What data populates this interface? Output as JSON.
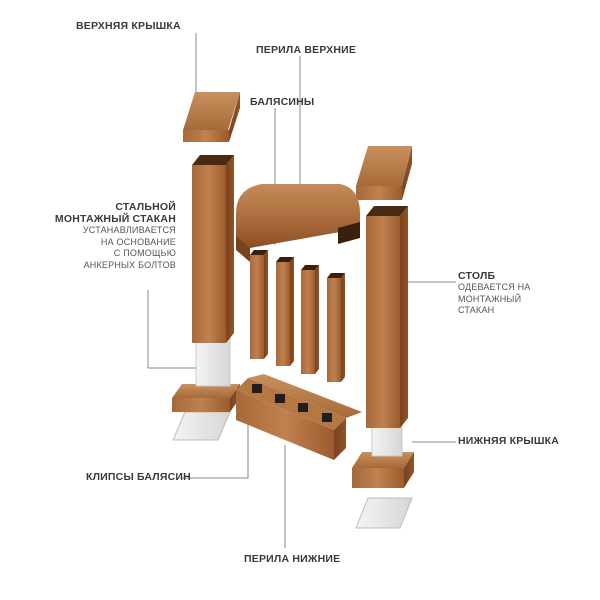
{
  "labels": {
    "top_cap": "ВЕРХНЯЯ КРЫШКА",
    "top_rail": "ПЕРИЛА ВЕРХНИЕ",
    "balusters": "БАЛЯСИНЫ",
    "steel_sleeve_title_1": "СТАЛЬНОЙ",
    "steel_sleeve_title_2": "МОНТАЖНЫЙ СТАКАН",
    "steel_sleeve_desc_1": "УСТАНАВЛИВАЕТСЯ",
    "steel_sleeve_desc_2": "НА ОСНОВАНИЕ",
    "steel_sleeve_desc_3": "С ПОМОЩЬЮ",
    "steel_sleeve_desc_4": "АНКЕРНЫХ БОЛТОВ",
    "post_title": "СТОЛБ",
    "post_desc_1": "ОДЕВАЕТСЯ НА",
    "post_desc_2": "МОНТАЖНЫЙ",
    "post_desc_3": "СТАКАН",
    "bottom_cap": "НИЖНЯЯ КРЫШКА",
    "baluster_clips": "КЛИПСЫ БАЛЯСИН",
    "bottom_rail": "ПЕРИЛА НИЖНИЕ"
  },
  "colors": {
    "wood_light": "#b87a45",
    "wood_mid": "#9c5f30",
    "wood_dark": "#6e3d1a",
    "metal": "#e8e8e8",
    "leader_line": "#8a8a8a",
    "text": "#3a3a3a"
  }
}
